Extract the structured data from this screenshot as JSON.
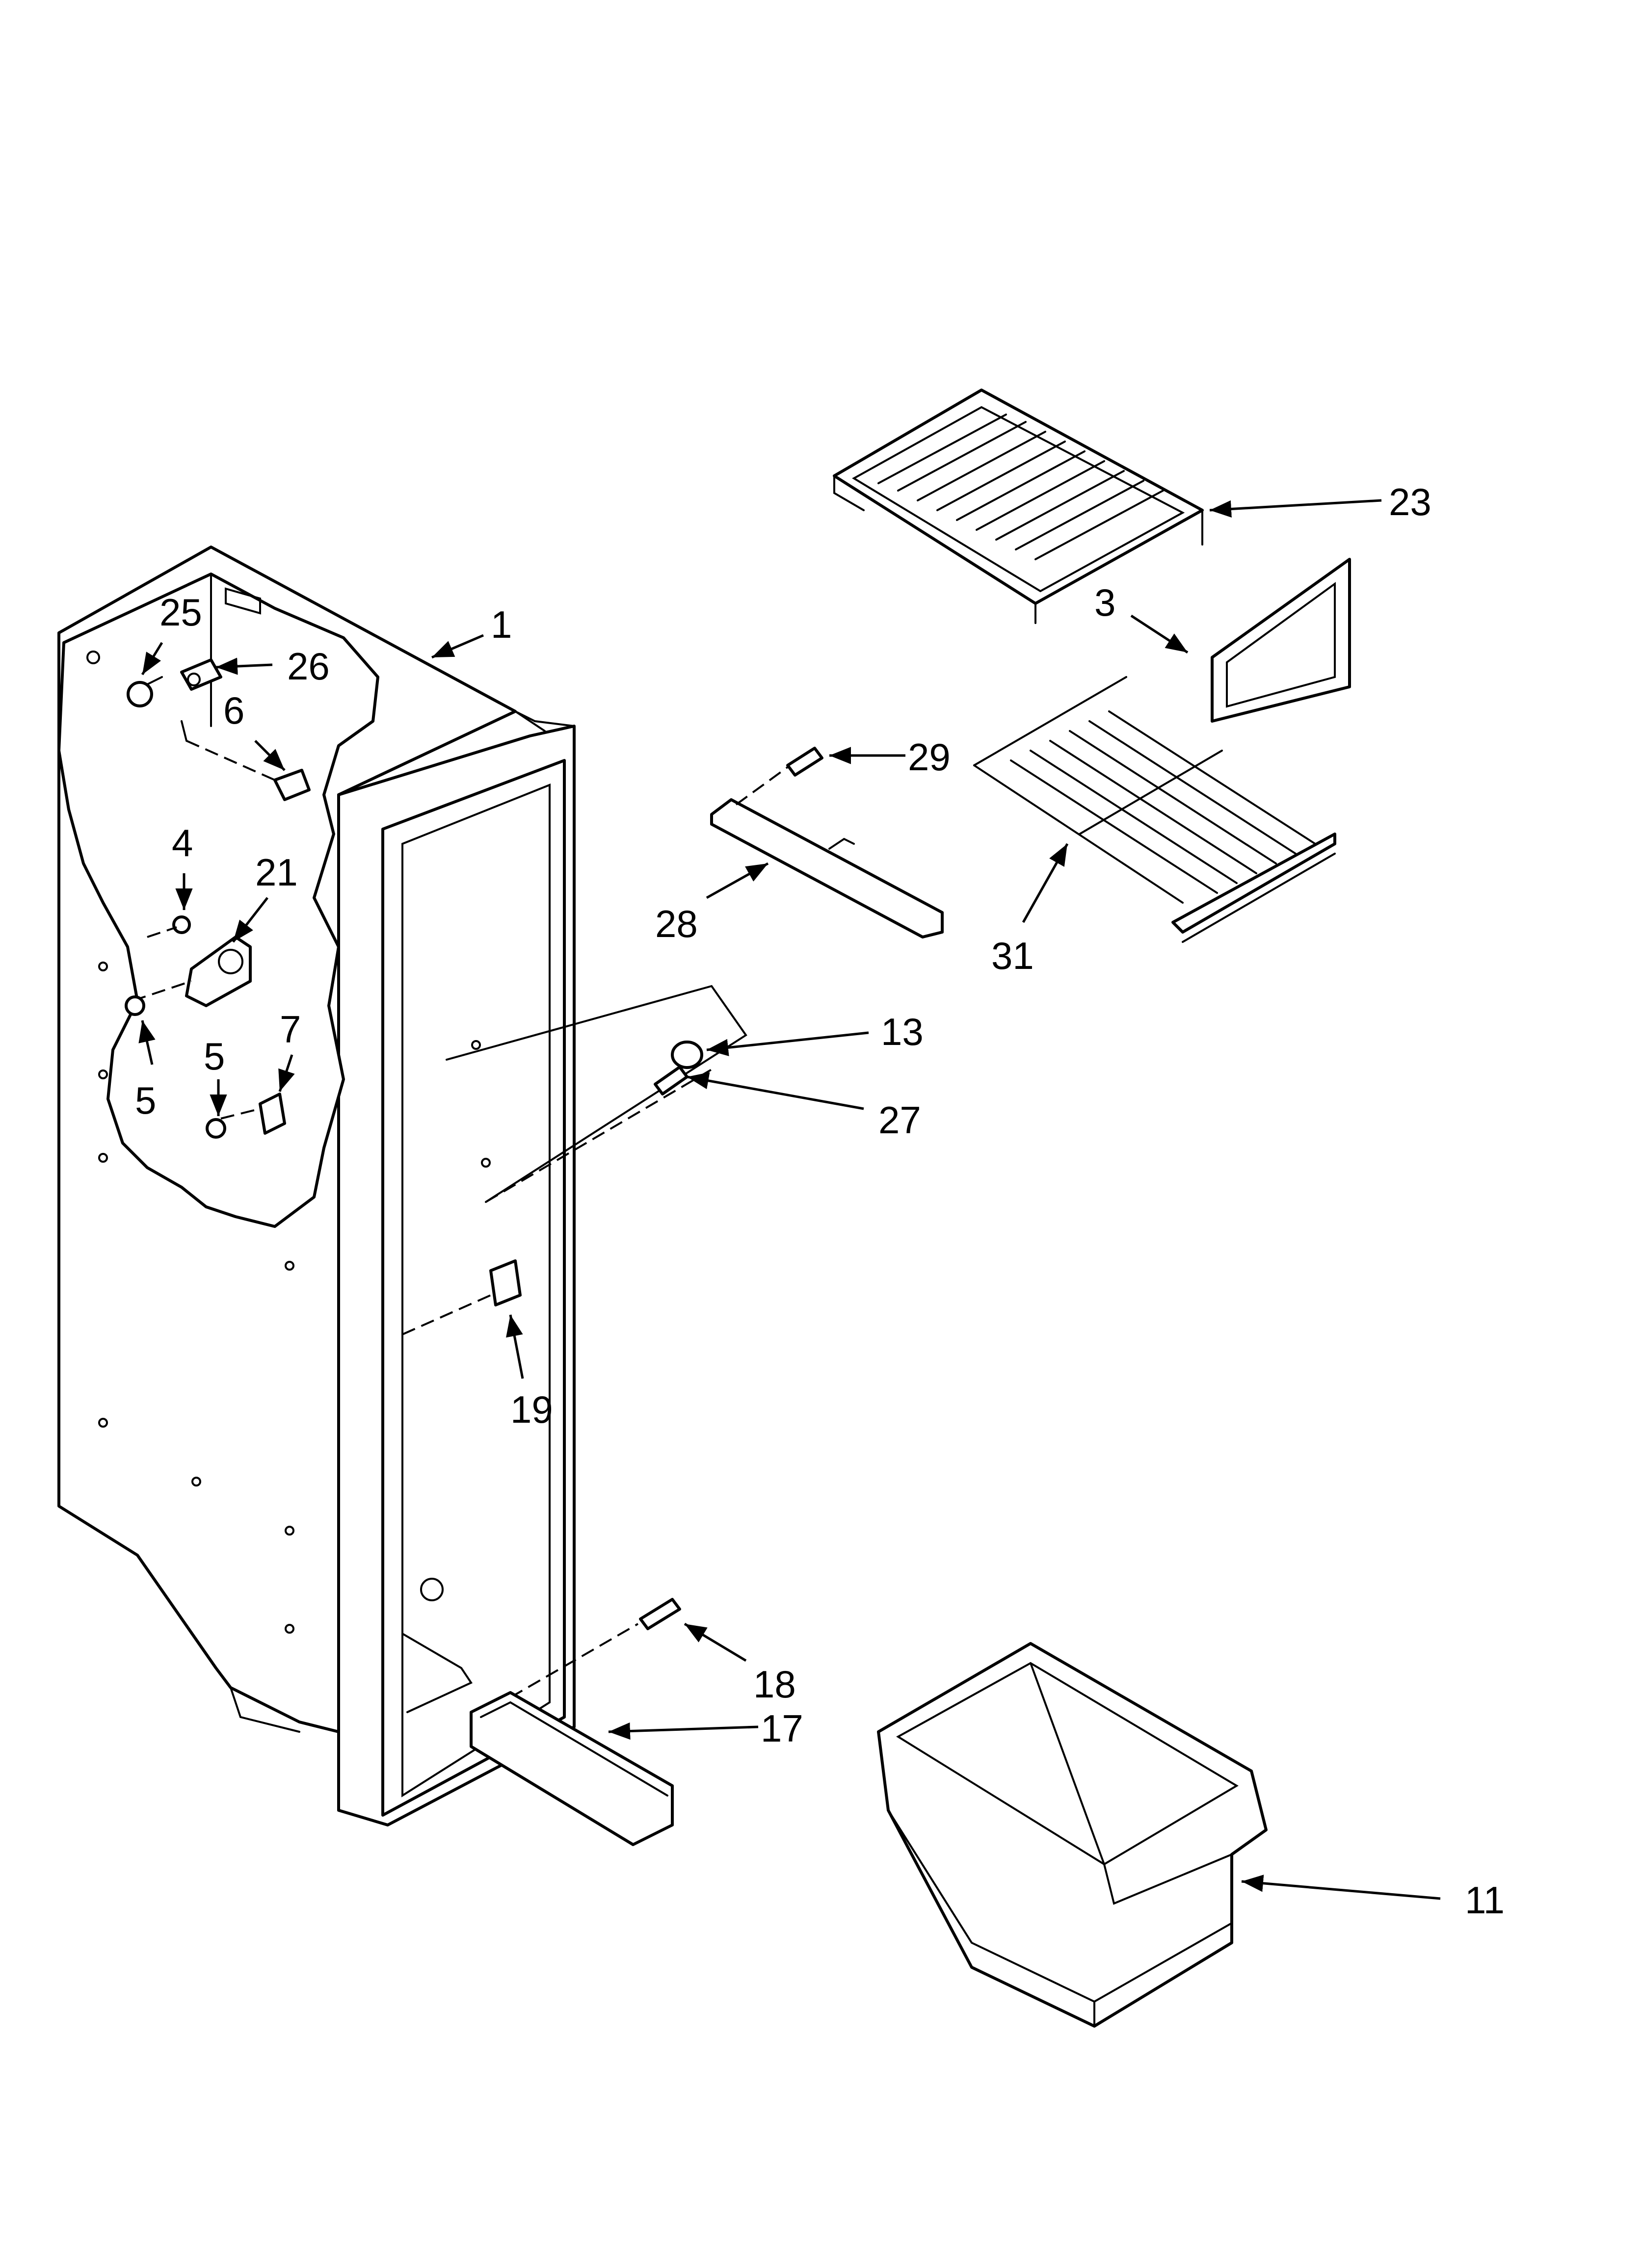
{
  "callouts": {
    "c1": "1",
    "c3": "3",
    "c4": "4",
    "c5a": "5",
    "c5b": "5",
    "c6": "6",
    "c7": "7",
    "c11": "11",
    "c13": "13",
    "c17": "17",
    "c18": "18",
    "c19": "19",
    "c21": "21",
    "c23": "23",
    "c25": "25",
    "c26": "26",
    "c27": "27",
    "c28": "28",
    "c29": "29",
    "c31": "31"
  },
  "colors": {
    "line": "#000000",
    "background": "#ffffff"
  }
}
